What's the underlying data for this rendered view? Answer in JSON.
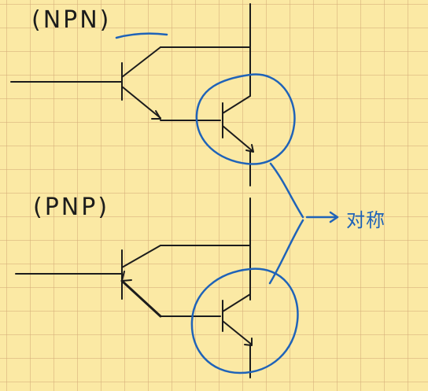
{
  "labels": {
    "npn": "(NPN)",
    "pnp": "(PNP)",
    "annotation": "对称"
  },
  "colors": {
    "ink": "#1c1c1c",
    "marker": "#1f63b8",
    "paper": "#fbe9a4",
    "grid": "#d6ac78"
  }
}
